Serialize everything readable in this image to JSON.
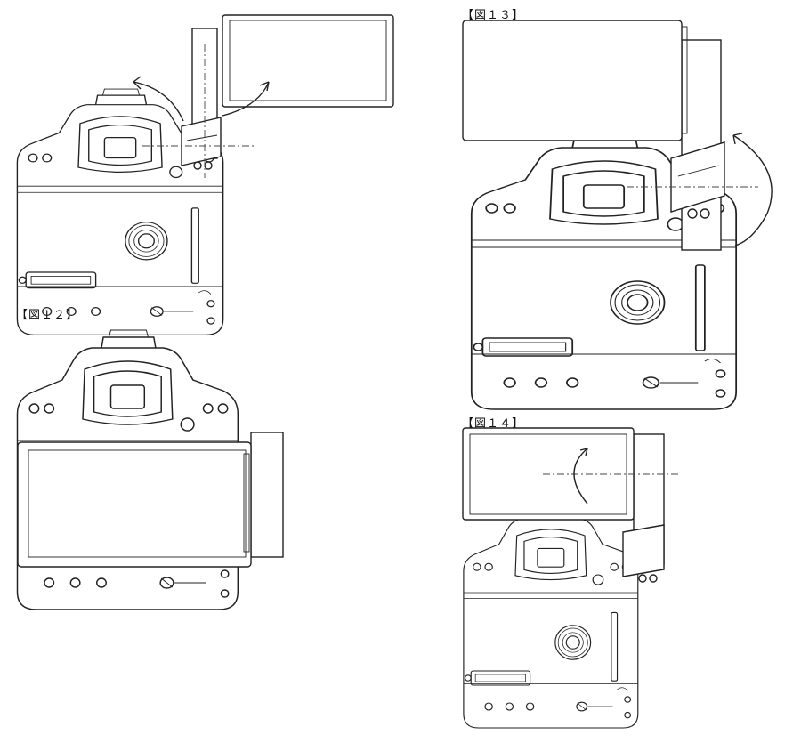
{
  "figures": {
    "fig12": {
      "label": "【図１２】"
    },
    "fig13": {
      "label": "【図１３】"
    },
    "fig14": {
      "label": "【図１４】"
    }
  },
  "colors": {
    "line": "#222222",
    "background": "#ffffff"
  }
}
